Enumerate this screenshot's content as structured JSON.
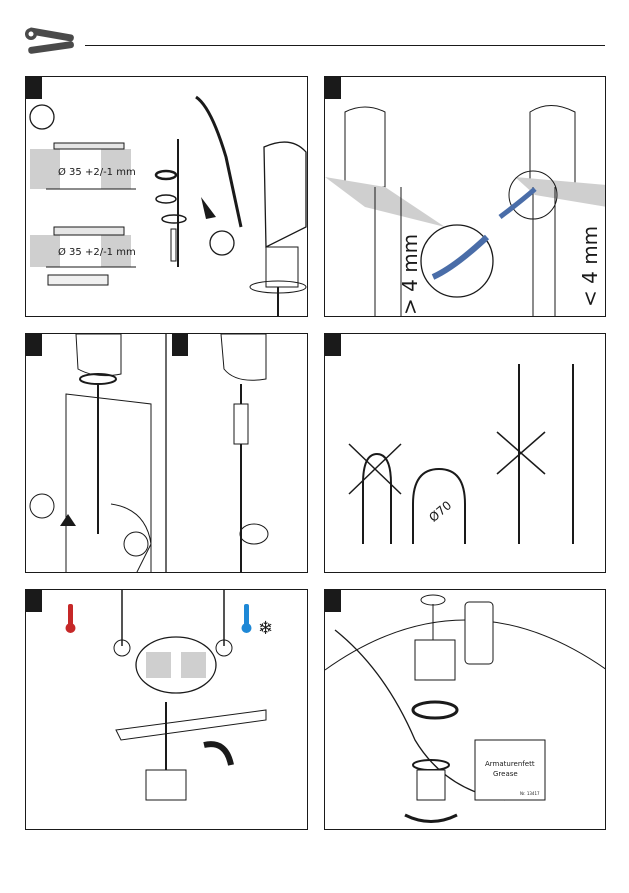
{
  "header": {
    "icon": "tools-wrench-screwdriver-icon"
  },
  "panel1": {
    "dim_top": "Ø 35 +2/-1 mm",
    "dim_bottom": "Ø 35 +2/-1 mm"
  },
  "panel2": {
    "label_left": "> 4 mm",
    "label_right": "< 4 mm"
  },
  "panel4": {
    "bend_radius": "Ø70",
    "icons": [
      "cross-mark-icon",
      "cross-mark-icon"
    ]
  },
  "panel5": {
    "icons": [
      "hot-thermometer-icon",
      "cold-thermometer-icon",
      "snowflake-icon"
    ]
  },
  "panel6": {
    "label_line1": "Armaturenfett",
    "label_line2": "Grease",
    "label_code": "Nr. 13417"
  },
  "colors": {
    "hot": "#c62828",
    "cold": "#1e88d6",
    "line": "#1a1a1a",
    "gray": "#cfcfcf"
  }
}
